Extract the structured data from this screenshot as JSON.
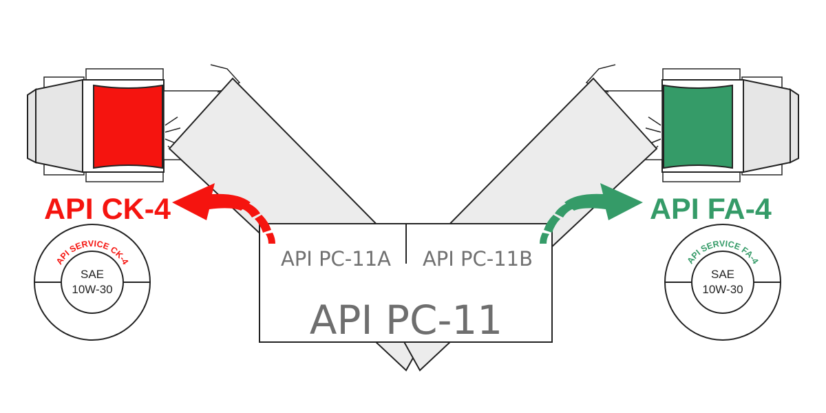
{
  "colors": {
    "ck4_red": "#f5140f",
    "fa4_green": "#359b68",
    "box_fill": "#ececec",
    "engine_grey": "#e6e6e6",
    "text_grey": "#707070"
  },
  "left": {
    "label": "API CK-4",
    "donut": {
      "arc_text": "API SERVICE CK-4",
      "center_line1": "SAE",
      "center_line2": "10W-30"
    }
  },
  "right": {
    "label": "API FA-4",
    "donut": {
      "arc_text": "API SERVICE FA-4",
      "center_line1": "SAE",
      "center_line2": "10W-30"
    }
  },
  "center": {
    "sub_left": "API PC-11A",
    "sub_right": "API PC-11B",
    "main": "API PC-11"
  },
  "icons": {
    "left_engine": "engine-icon",
    "right_engine": "engine-icon",
    "left_arrow": "curved-arrow-left-icon",
    "right_arrow": "curved-arrow-right-icon"
  }
}
